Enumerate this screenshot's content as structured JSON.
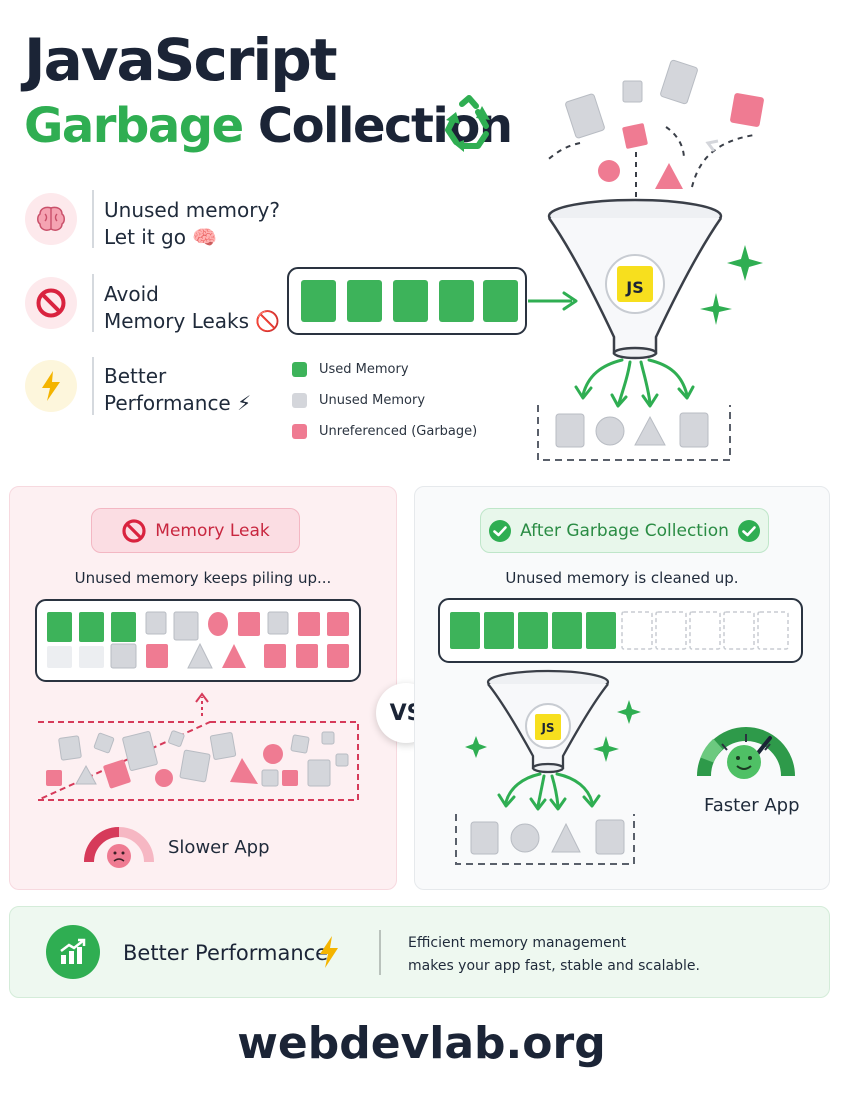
{
  "title": {
    "line1": "JavaScript",
    "line2_green": "Garbage",
    "line2_dark": "Collection"
  },
  "features": [
    {
      "line1": "Unused memory?",
      "line2": "Let it go 🧠"
    },
    {
      "line1": "Avoid",
      "line2": "Memory Leaks 🚫"
    },
    {
      "line1": "Better",
      "line2": "Performance ⚡"
    }
  ],
  "funnel_badge": "JS",
  "legend": [
    {
      "label": "Used Memory",
      "color": "#3db35a"
    },
    {
      "label": "Unused Memory",
      "color": "#d4d6db"
    },
    {
      "label": "Unreferenced (Garbage)",
      "color": "#ef7b92"
    }
  ],
  "leak_panel": {
    "badge": "Memory Leak",
    "subtitle": "Unused memory keeps piling up...",
    "gauge_label": "Slower App"
  },
  "vs_label": "VS",
  "gc_panel": {
    "badge": "After Garbage Collection",
    "subtitle": "Unused memory is cleaned up.",
    "funnel_badge": "JS",
    "gauge_label": "Faster App"
  },
  "bottom": {
    "title": "Better Performance",
    "desc_line1": "Efficient memory management",
    "desc_line2": "makes your app fast, stable and scalable."
  },
  "footer": "webdevlab.org",
  "colors": {
    "green": "#2fae52",
    "used": "#3db35a",
    "unused": "#d4d6db",
    "garbage": "#ef7b92",
    "leak_bg": "#fdf0f2",
    "gc_bg": "#f9fafb",
    "js_yellow": "#f7df1e",
    "gauge_red": "#d63a5a",
    "gauge_green": "#2e9a4a"
  }
}
